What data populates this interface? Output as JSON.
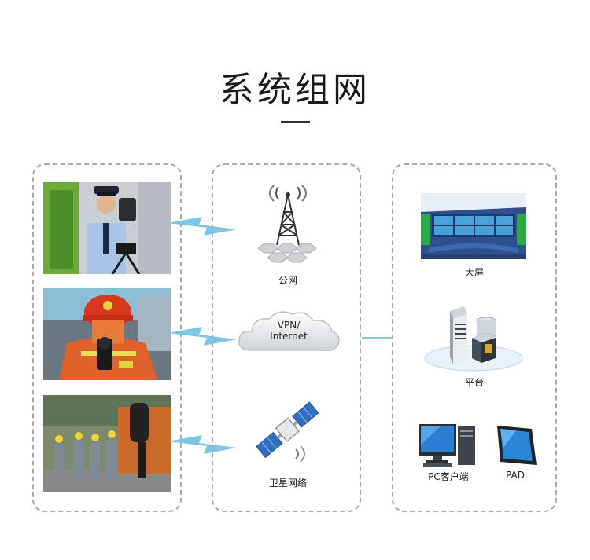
{
  "title": "系统组网",
  "network": {
    "public": "公网",
    "vpn_line1": "VPN/",
    "vpn_line2": "Internet",
    "satellite": "卫星网络"
  },
  "platform": {
    "screen": "大屏",
    "platform": "平台",
    "pc_client": "PC客户端",
    "pad": "PAD"
  },
  "colors": {
    "bolt": "#7cc6e6",
    "panel_border": "#a9a9a9",
    "accent_blue": "#1e5fb4"
  }
}
